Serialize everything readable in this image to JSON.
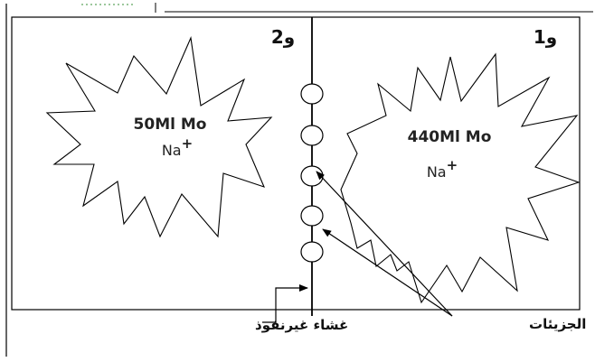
{
  "compartments": {
    "right_label": "و1",
    "left_label": "و2"
  },
  "left_solution": {
    "concentration": "50Ml Mo",
    "ion": "Na",
    "charge": "+"
  },
  "right_solution": {
    "concentration": "440Ml Mo",
    "ion": "Na",
    "charge": "+"
  },
  "labels": {
    "membrane": "غشاء غيرنفوذ",
    "molecules": "الجزيئات"
  },
  "membrane_circle_count": 5
}
